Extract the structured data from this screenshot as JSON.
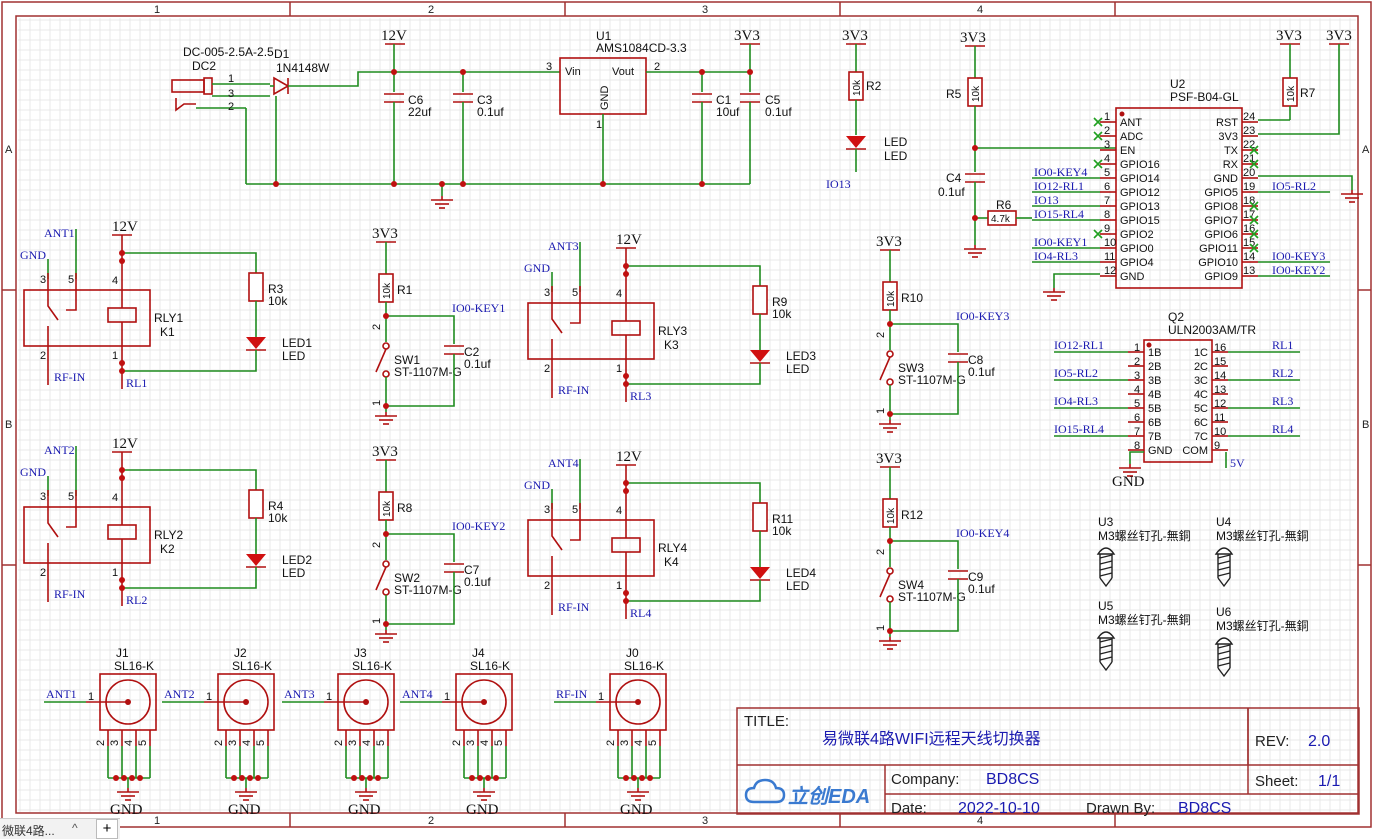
{
  "ruler": {
    "cols": [
      "1",
      "2",
      "3",
      "4"
    ],
    "rows": [
      "A",
      "B"
    ]
  },
  "power": {
    "v12": "12V",
    "v33": "3V3",
    "gnd": "GND",
    "v5": "5V"
  },
  "dc": {
    "name": "DC-005-2.5A-2.5",
    "ref": "DC2",
    "p1": "1",
    "p2": "2",
    "p3": "3"
  },
  "d1": {
    "ref": "D1",
    "value": "1N4148W"
  },
  "u1": {
    "ref": "U1",
    "value": "AMS1084CD-3.3",
    "vin": "Vin",
    "vout": "Vout",
    "gnd": "GND",
    "p1": "1",
    "p2": "2",
    "p3": "3"
  },
  "caps": {
    "c6": {
      "ref": "C6",
      "value": "22uf"
    },
    "c3": {
      "ref": "C3",
      "value": "0.1uf"
    },
    "c1": {
      "ref": "C1",
      "value": "10uf"
    },
    "c5": {
      "ref": "C5",
      "value": "0.1uf"
    },
    "c4": {
      "ref": "C4",
      "value": "0.1uf"
    },
    "c2": {
      "ref": "C2",
      "value": "0.1uf"
    },
    "c7": {
      "ref": "C7",
      "value": "0.1uf"
    },
    "c8": {
      "ref": "C8",
      "value": "0.1uf"
    },
    "c9": {
      "ref": "C9",
      "value": "0.1uf"
    }
  },
  "res": {
    "r1": {
      "ref": "R1",
      "value": "10k"
    },
    "r2": {
      "ref": "R2",
      "value": "10k"
    },
    "r3": {
      "ref": "R3",
      "value": "10k"
    },
    "r4": {
      "ref": "R4",
      "value": "10k"
    },
    "r5": {
      "ref": "R5",
      "value": "10k"
    },
    "r6": {
      "ref": "R6",
      "value": "4.7k"
    },
    "r7": {
      "ref": "R7",
      "value": "10k"
    },
    "r8": {
      "ref": "R8",
      "value": "10k"
    },
    "r9": {
      "ref": "R9",
      "value": "10k"
    },
    "r10": {
      "ref": "R10",
      "value": "10k"
    },
    "r11": {
      "ref": "R11",
      "value": "10k"
    },
    "r12": {
      "ref": "R12",
      "value": "10k"
    }
  },
  "led": {
    "top": "LED",
    "led1": "LED1",
    "led2": "LED2",
    "led3": "LED3",
    "led4": "LED4",
    "net": "IO13"
  },
  "relays": [
    {
      "ref": "RLY1",
      "k": "K1",
      "ant": "ANT1",
      "rl": "RL1"
    },
    {
      "ref": "RLY2",
      "k": "K2",
      "ant": "ANT2",
      "rl": "RL2"
    },
    {
      "ref": "RLY3",
      "k": "K3",
      "ant": "ANT3",
      "rl": "RL3"
    },
    {
      "ref": "RLY4",
      "k": "K4",
      "ant": "ANT4",
      "rl": "RL4"
    }
  ],
  "relay_pins": {
    "p1": "1",
    "p2": "2",
    "p3": "3",
    "p4": "4",
    "p5": "5"
  },
  "rfin": "RF-IN",
  "switches": [
    {
      "ref": "SW1",
      "value": "ST-1107M-G",
      "key": "IO0-KEY1"
    },
    {
      "ref": "SW2",
      "value": "ST-1107M-G",
      "key": "IO0-KEY2"
    },
    {
      "ref": "SW3",
      "value": "ST-1107M-G",
      "key": "IO0-KEY3"
    },
    {
      "ref": "SW4",
      "value": "ST-1107M-G",
      "key": "IO0-KEY4"
    }
  ],
  "u2": {
    "ref": "U2",
    "value": "PSF-B04-GL",
    "left": [
      {
        "n": "1",
        "name": "ANT",
        "net": ""
      },
      {
        "n": "2",
        "name": "ADC",
        "net": ""
      },
      {
        "n": "3",
        "name": "EN",
        "net": ""
      },
      {
        "n": "4",
        "name": "GPIO16",
        "net": ""
      },
      {
        "n": "5",
        "name": "GPIO14",
        "net": "IO0-KEY4"
      },
      {
        "n": "6",
        "name": "GPIO12",
        "net": "IO12-RL1"
      },
      {
        "n": "7",
        "name": "GPIO13",
        "net": "IO13"
      },
      {
        "n": "8",
        "name": "GPIO15",
        "net": "IO15-RL4"
      },
      {
        "n": "9",
        "name": "GPIO2",
        "net": ""
      },
      {
        "n": "10",
        "name": "GPIO0",
        "net": "IO0-KEY1"
      },
      {
        "n": "11",
        "name": "GPIO4",
        "net": "IO4-RL3"
      },
      {
        "n": "12",
        "name": "GND",
        "net": ""
      }
    ],
    "right": [
      {
        "n": "24",
        "name": "RST",
        "net": ""
      },
      {
        "n": "23",
        "name": "3V3",
        "net": ""
      },
      {
        "n": "22",
        "name": "TX",
        "net": ""
      },
      {
        "n": "21",
        "name": "RX",
        "net": ""
      },
      {
        "n": "20",
        "name": "GND",
        "net": ""
      },
      {
        "n": "19",
        "name": "GPIO5",
        "net": "IO5-RL2"
      },
      {
        "n": "18",
        "name": "GPIO8",
        "net": ""
      },
      {
        "n": "17",
        "name": "GPIO7",
        "net": ""
      },
      {
        "n": "16",
        "name": "GPIO6",
        "net": ""
      },
      {
        "n": "15",
        "name": "GPIO11",
        "net": ""
      },
      {
        "n": "14",
        "name": "GPIO10",
        "net": "IO0-KEY3"
      },
      {
        "n": "13",
        "name": "GPIO9",
        "net": "IO0-KEY2"
      }
    ]
  },
  "q2": {
    "ref": "Q2",
    "value": "ULN2003AM/TR",
    "left": [
      {
        "n": "1",
        "name": "1B",
        "net": "IO12-RL1"
      },
      {
        "n": "2",
        "name": "2B",
        "net": ""
      },
      {
        "n": "3",
        "name": "3B",
        "net": "IO5-RL2"
      },
      {
        "n": "4",
        "name": "4B",
        "net": ""
      },
      {
        "n": "5",
        "name": "5B",
        "net": "IO4-RL3"
      },
      {
        "n": "6",
        "name": "6B",
        "net": ""
      },
      {
        "n": "7",
        "name": "7B",
        "net": "IO15-RL4"
      },
      {
        "n": "8",
        "name": "GND",
        "net": ""
      }
    ],
    "right": [
      {
        "n": "16",
        "name": "1C",
        "net": "RL1"
      },
      {
        "n": "15",
        "name": "2C",
        "net": ""
      },
      {
        "n": "14",
        "name": "3C",
        "net": "RL2"
      },
      {
        "n": "13",
        "name": "4C",
        "net": ""
      },
      {
        "n": "12",
        "name": "5C",
        "net": "RL3"
      },
      {
        "n": "11",
        "name": "6C",
        "net": ""
      },
      {
        "n": "10",
        "name": "7C",
        "net": "RL4"
      },
      {
        "n": "9",
        "name": "COM",
        "net": "5V"
      }
    ]
  },
  "screws": [
    {
      "ref": "U3",
      "value": "M3螺丝钉孔-無銅"
    },
    {
      "ref": "U4",
      "value": "M3螺丝钉孔-無銅"
    },
    {
      "ref": "U5",
      "value": "M3螺丝钉孔-無銅"
    },
    {
      "ref": "U6",
      "value": "M3螺丝钉孔-無銅"
    }
  ],
  "connectors": [
    {
      "ref": "J1",
      "value": "SL16-K",
      "net": "ANT1"
    },
    {
      "ref": "J2",
      "value": "SL16-K",
      "net": "ANT2"
    },
    {
      "ref": "J3",
      "value": "SL16-K",
      "net": "ANT3"
    },
    {
      "ref": "J4",
      "value": "SL16-K",
      "net": "ANT4"
    },
    {
      "ref": "J0",
      "value": "SL16-K",
      "net": "RF-IN"
    }
  ],
  "conn_pins": [
    "1",
    "2",
    "3",
    "4",
    "5"
  ],
  "titleblock": {
    "title_label": "TITLE:",
    "title": "易微联4路WIFI远程天线切换器",
    "rev_label": "REV:",
    "rev": "2.0",
    "company_label": "Company:",
    "company": "BD8CS",
    "sheet_label": "Sheet:",
    "sheet": "1/1",
    "date_label": "Date:",
    "date": "2022-10-10",
    "drawn_label": "Drawn By:",
    "drawn": "BD8CS",
    "logo": "立创EDA"
  },
  "tab": {
    "label": "微联4路...",
    "close": "^",
    "add": "+"
  }
}
